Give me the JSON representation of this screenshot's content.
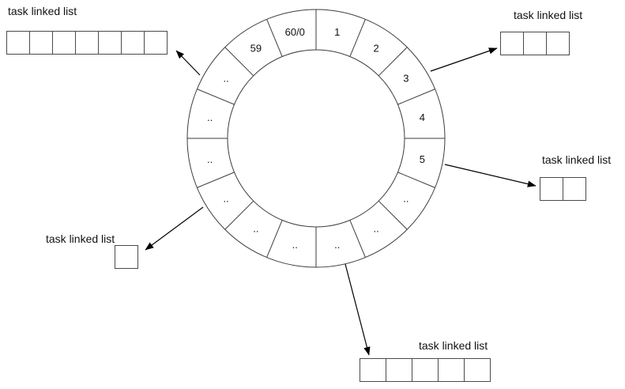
{
  "diagram": {
    "wheel": {
      "segments": [
        "1",
        "2",
        "3",
        "4",
        "5",
        "..",
        "..",
        "..",
        "..",
        "..",
        "..",
        "..",
        "..",
        "..",
        "59",
        "60/0"
      ]
    },
    "lists": [
      {
        "label": "task linked list",
        "cells": 7
      },
      {
        "label": "task linked list",
        "cells": 3
      },
      {
        "label": "task linked list",
        "cells": 2
      },
      {
        "label": "task linked list",
        "cells": 1
      },
      {
        "label": "task linked list",
        "cells": 5
      }
    ],
    "colors": {
      "stroke": "#3d3d3d",
      "arrow": "#000000",
      "background": "#ffffff"
    }
  }
}
